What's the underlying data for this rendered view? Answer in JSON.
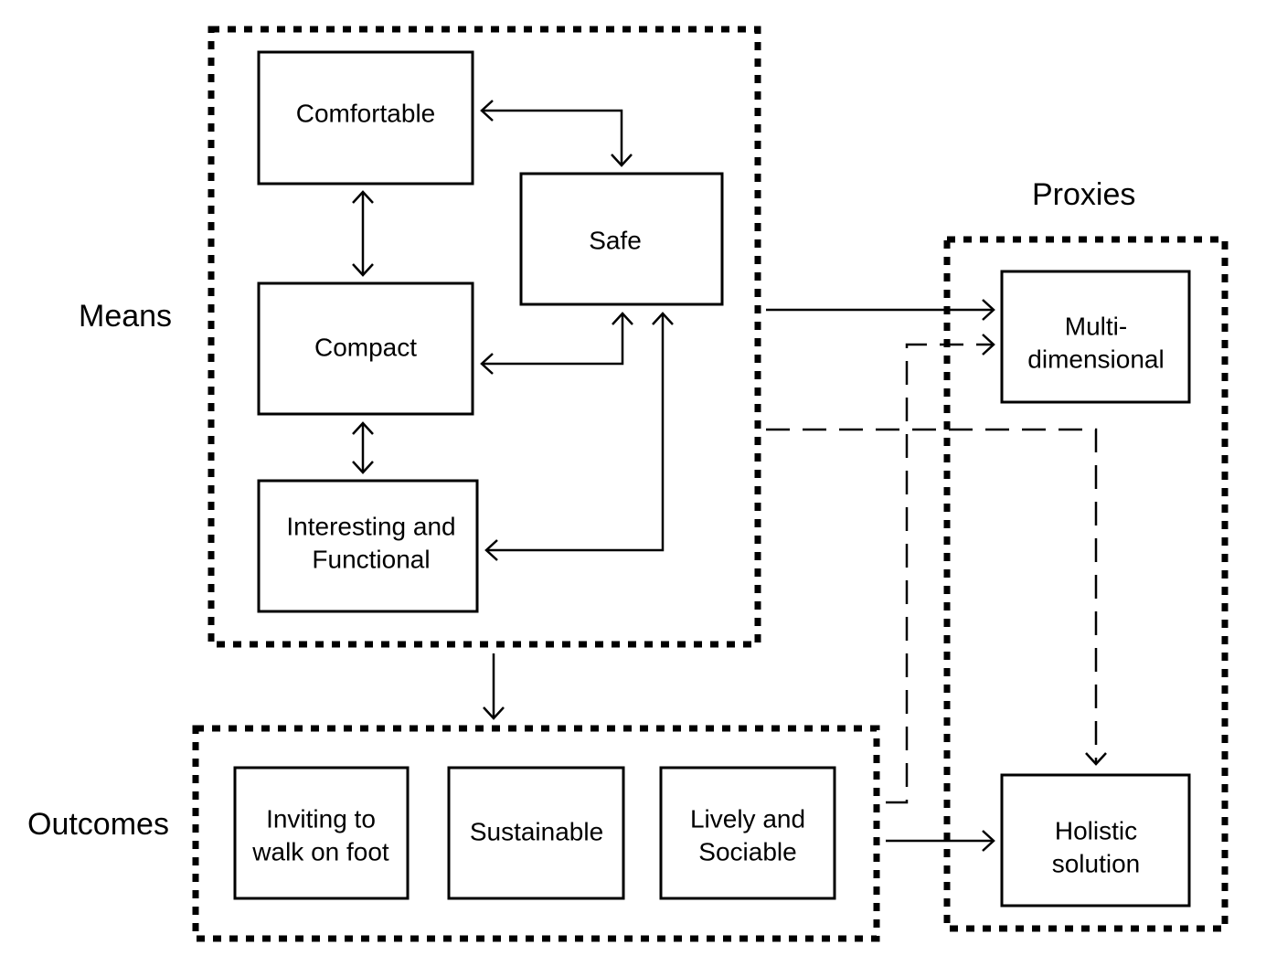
{
  "sections": {
    "means": "Means",
    "outcomes": "Outcomes",
    "proxies": "Proxies"
  },
  "means": {
    "comfortable": "Comfortable",
    "safe": "Safe",
    "compact": "Compact",
    "interesting_line1": "Interesting and",
    "interesting_line2": "Functional"
  },
  "outcomes": {
    "inviting_line1": "Inviting to",
    "inviting_line2": "walk on foot",
    "sustainable": "Sustainable",
    "lively_line1": "Lively and",
    "lively_line2": "Sociable"
  },
  "proxies": {
    "multi_line1": "Multi-",
    "multi_line2": "dimensional",
    "holistic_line1": "Holistic",
    "holistic_line2": "solution"
  }
}
